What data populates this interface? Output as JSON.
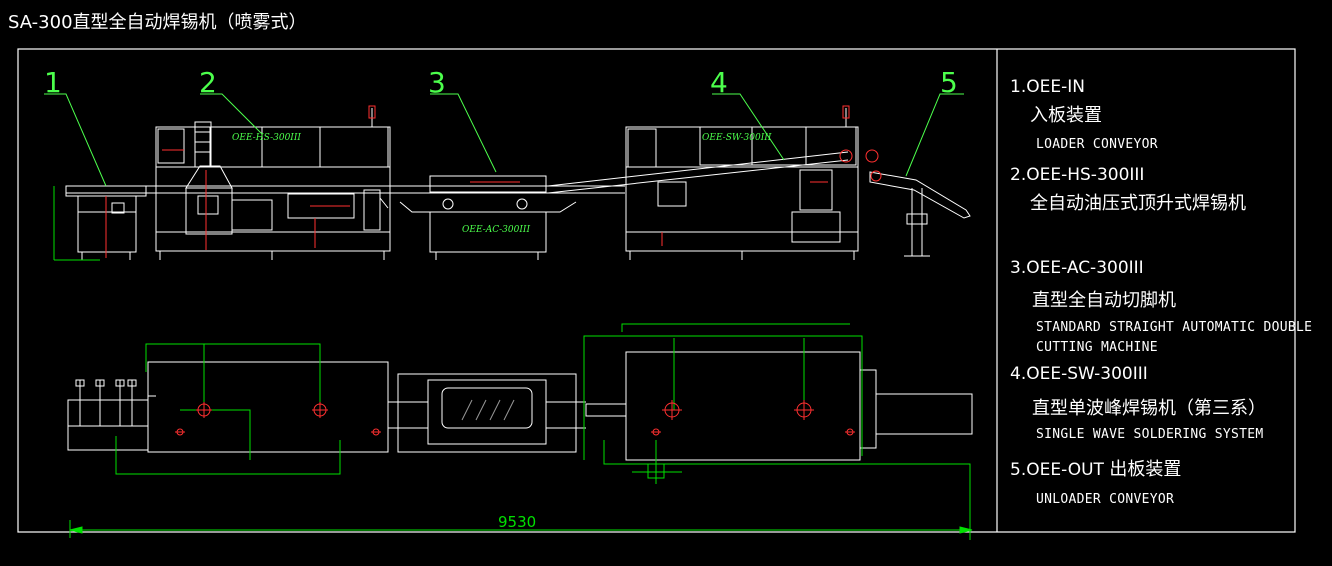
{
  "title": "SA-300直型全自动焊锡机（喷雾式）",
  "callouts": [
    "1",
    "2",
    "3",
    "4",
    "5"
  ],
  "machine_labels": {
    "hs": "OEE-HS-300III",
    "ac": "OEE-AC-300III",
    "sw": "OEE-SW-300III"
  },
  "dimension": "9530",
  "legend": [
    {
      "num": "1.",
      "code": "OEE-IN",
      "cn": "入板装置",
      "en": [
        "LOADER CONVEYOR"
      ]
    },
    {
      "num": "2.",
      "code": "OEE-HS-300III",
      "cn": "全自动油压式顶升式焊锡机",
      "en": []
    },
    {
      "num": "3.",
      "code": "OEE-AC-300III",
      "cn": "直型全自动切脚机",
      "en": [
        "STANDARD STRAIGHT AUTOMATIC DOUBLE",
        "CUTTING MACHINE"
      ]
    },
    {
      "num": "4.",
      "code": "OEE-SW-300III",
      "cn": "直型单波峰焊锡机（第三系）",
      "en": [
        "SINGLE WAVE SOLDERING SYSTEM"
      ]
    },
    {
      "num": "5.",
      "code": "OEE-OUT",
      "cn": "出板装置",
      "en": [
        "UNLOADER CONVEYOR"
      ]
    }
  ],
  "colors": {
    "background": "#000000",
    "line": "#ffffff",
    "callout": "#4cff4c",
    "dimension": "#00e000",
    "red": "#ff3030",
    "gray": "#9a9a9a"
  }
}
